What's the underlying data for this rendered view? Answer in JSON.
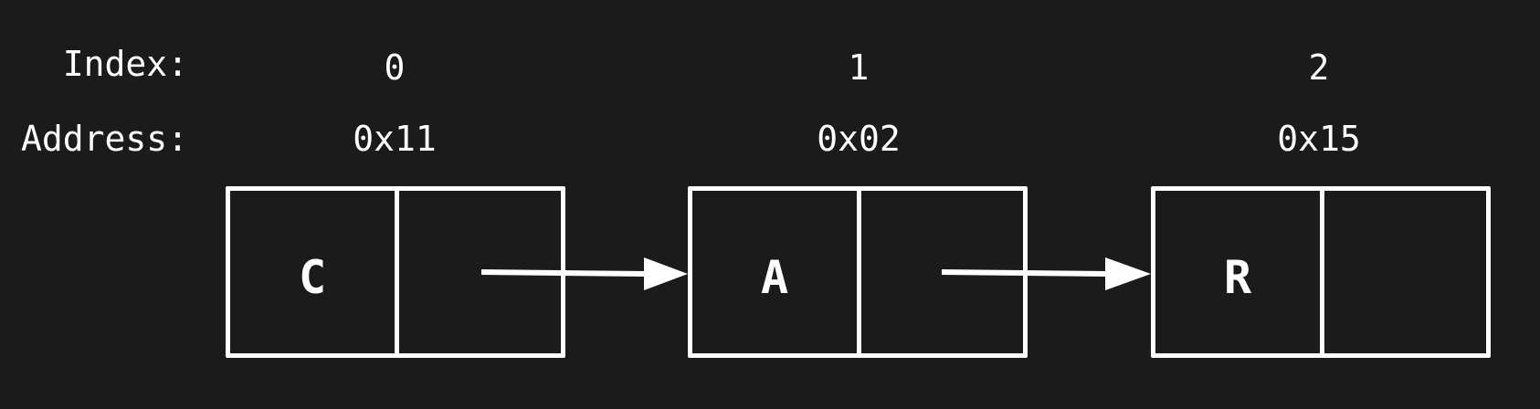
{
  "row_labels": {
    "index": "Index:",
    "address": "Address:"
  },
  "nodes": [
    {
      "index": "0",
      "address": "0x11",
      "value": "C"
    },
    {
      "index": "1",
      "address": "0x02",
      "value": "A"
    },
    {
      "index": "2",
      "address": "0x15",
      "value": "R"
    }
  ],
  "colors": {
    "background": "#1b1b1b",
    "foreground": "#ffffff"
  }
}
